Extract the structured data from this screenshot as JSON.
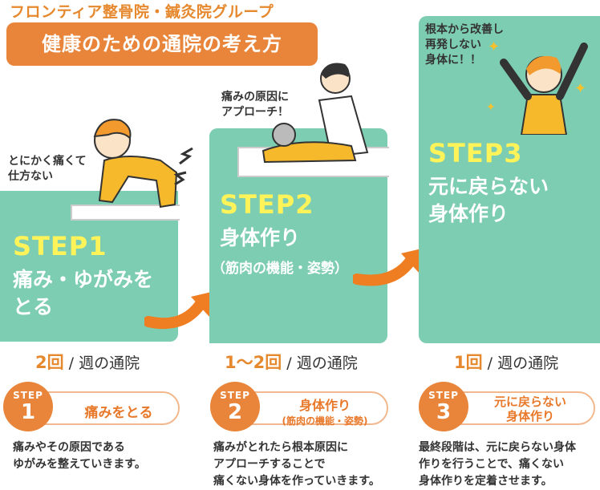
{
  "header": {
    "group_title": "フロンティア整骨院・鍼灸院グループ",
    "banner_title": "健康のための通院の考え方"
  },
  "steps": [
    {
      "label": "STEP1",
      "title_line1": "痛み・ゆがみを",
      "title_line2": "とる",
      "note_line1": "とにかく痛くて",
      "note_line2": "仕方ない",
      "freq_num": "2回",
      "freq_rest": " / 週の通院",
      "badge_step": "STEP",
      "badge_num": "1",
      "pill_line1": "痛みをとる",
      "desc_line1": "痛みやその原因である",
      "desc_line2": "ゆがみを整えていきます。",
      "desc_line3": ""
    },
    {
      "label": "STEP2",
      "title_line1": "身体作り",
      "title_sub": "（筋肉の機能・姿勢）",
      "note_line1": "痛みの原因に",
      "note_line2": "アプローチ！",
      "freq_num": "1〜2回",
      "freq_rest": " / 週の通院",
      "badge_step": "STEP",
      "badge_num": "2",
      "pill_line1": "身体作り",
      "pill_line2": "(筋肉の機能・姿勢)",
      "desc_line1": "痛みがとれたら根本原因に",
      "desc_line2": "アプローチすることで",
      "desc_line3": "痛くない身体を作っていきます。"
    },
    {
      "label": "STEP3",
      "title_line1": "元に戻らない",
      "title_line2": "身体作り",
      "note_line1": "根本から改善し",
      "note_line2": "再発しない",
      "note_line3": "身体に！！",
      "freq_num": "1回",
      "freq_rest": " / 週の通院",
      "badge_step": "STEP",
      "badge_num": "3",
      "pill_line1": "元に戻らない",
      "pill_line2": "身体作り",
      "desc_line1": "最終段階は、元に戻らない身体",
      "desc_line2": "作りを行うことで、痛くない",
      "desc_line3": "身体作りを定着させます。"
    }
  ],
  "colors": {
    "orange": "#e8853a",
    "teal": "#7dcdb2",
    "yellow": "#fff35a"
  }
}
